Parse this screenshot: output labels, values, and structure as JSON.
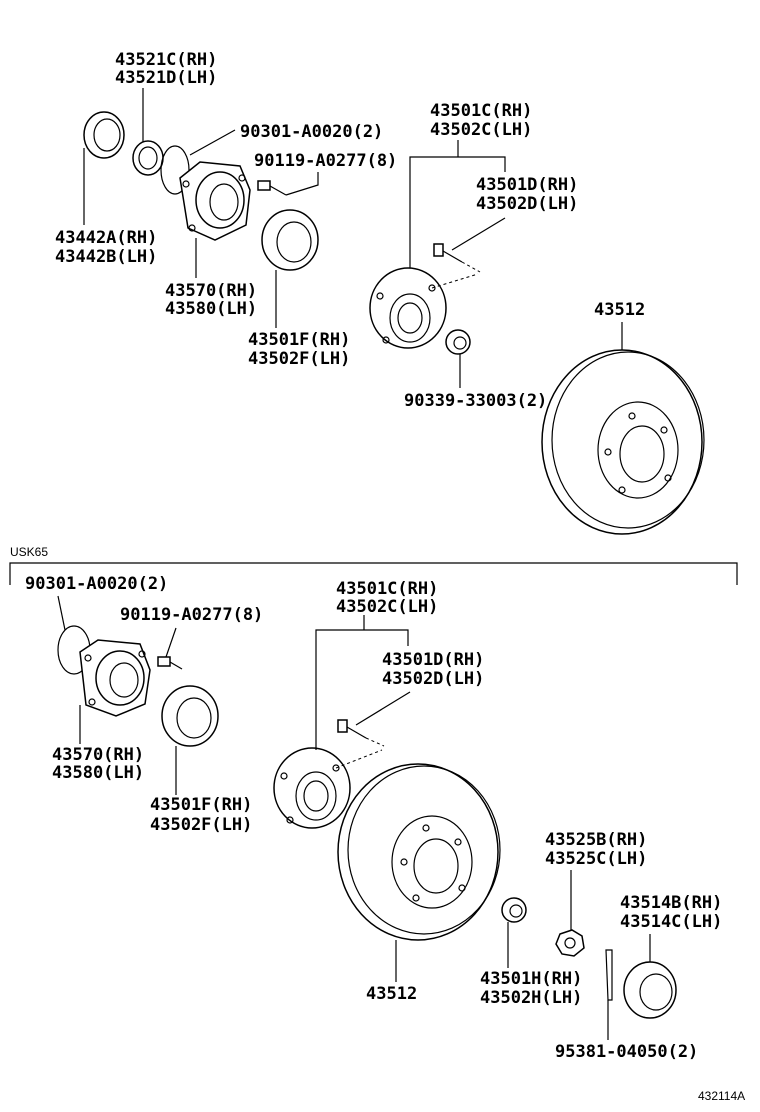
{
  "upper": {
    "bearing_rh": "43521C(RH)",
    "bearing_lh": "43521D(LH)",
    "oring": "90301-A0020(2)",
    "bolt": "90119-A0277(8)",
    "seal_rh": "43442A(RH)",
    "seal_lh": "43442B(LH)",
    "knuckle_rh": "43570(RH)",
    "knuckle_lh": "43580(LH)",
    "hub_rh": "43501F(RH)",
    "hub_lh": "43502F(LH)",
    "axle_rh": "43501C(RH)",
    "axle_lh": "43502C(LH)",
    "bolt2_rh": "43501D(RH)",
    "bolt2_lh": "43502D(LH)",
    "nut": "90339-33003(2)",
    "disc": "43512"
  },
  "section_code": "USK65",
  "lower": {
    "oring": "90301-A0020(2)",
    "bolt": "90119-A0277(8)",
    "axle_rh": "43501C(RH)",
    "axle_lh": "43502C(LH)",
    "bolt2_rh": "43501D(RH)",
    "bolt2_lh": "43502D(LH)",
    "knuckle_rh": "43570(RH)",
    "knuckle_lh": "43580(LH)",
    "hub_rh": "43501F(RH)",
    "hub_lh": "43502F(LH)",
    "lock_rh": "43525B(RH)",
    "lock_lh": "43525C(LH)",
    "cap_rh": "43514B(RH)",
    "cap_lh": "43514C(LH)",
    "nut_rh": "43501H(RH)",
    "nut_lh": "43502H(LH)",
    "disc": "43512",
    "pin": "95381-04050(2)"
  },
  "diagram_code": "432114A"
}
